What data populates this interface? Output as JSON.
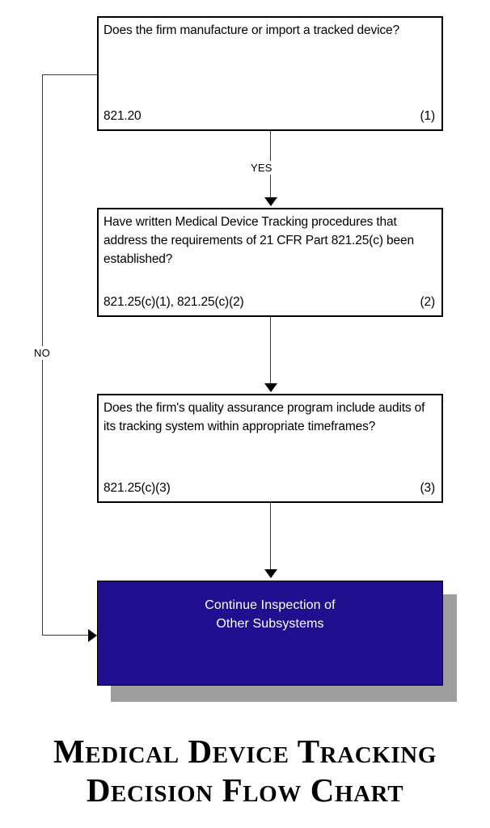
{
  "chart": {
    "title_line_1": "Medical Device Tracking",
    "title_line_2": "Decision Flow Chart"
  },
  "nodes": [
    {
      "id": "node-1",
      "question": "Does the firm manufacture or import a tracked device?",
      "citation": "821.20",
      "number": "(1)"
    },
    {
      "id": "node-2",
      "question": "Have written Medical Device Tracking procedures that address the requirements of 21 CFR Part 821.25(c) been established?",
      "citation": "821.25(c)(1), 821.25(c)(2)",
      "number": "(2)"
    },
    {
      "id": "node-3",
      "question": "Does the firm's quality assurance program include audits of its tracking system within appropriate timeframes?",
      "citation": "821.25(c)(3)",
      "number": "(3)"
    }
  ],
  "terminal": {
    "label_line_1": "Continue Inspection of",
    "label_line_2": "Other Subsystems",
    "fill_color": "#201090",
    "shadow_color": "#9e9e9e",
    "text_color": "#ffffff"
  },
  "edges": {
    "yes_label": "YES",
    "no_label": "NO"
  }
}
